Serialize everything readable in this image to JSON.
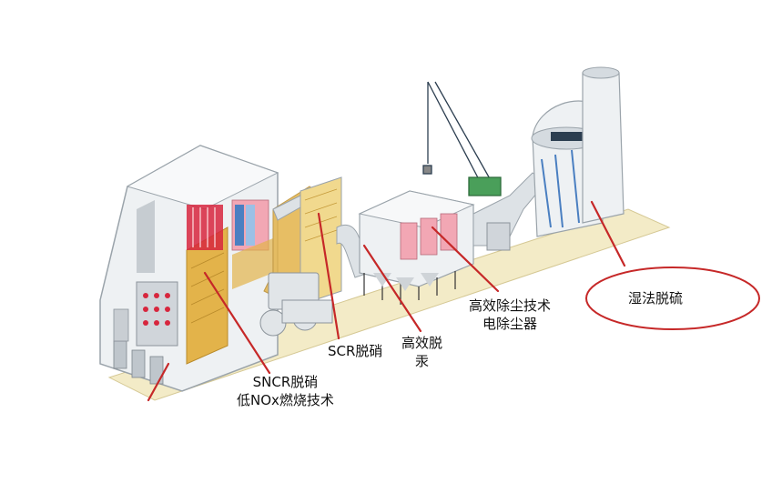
{
  "labels": {
    "sncr_line1": "SNCR脱硝",
    "sncr_line2": "低NOx燃烧技术",
    "scr": "SCR脱硝",
    "mercury_line1": "高效脱",
    "mercury_line2": "汞",
    "dust_line1": "高效除尘技术",
    "dust_line2": "电除尘器",
    "wet_fgd": "湿法脱硫"
  },
  "colors": {
    "pointer": "#c62828",
    "structure": "#e8ecef",
    "structure_edge": "#9aa3aa",
    "boiler_core": "#e3b34a",
    "duct": "#d8dde2",
    "base": "#f3ebc7",
    "tank_panels": "#d7263d"
  }
}
